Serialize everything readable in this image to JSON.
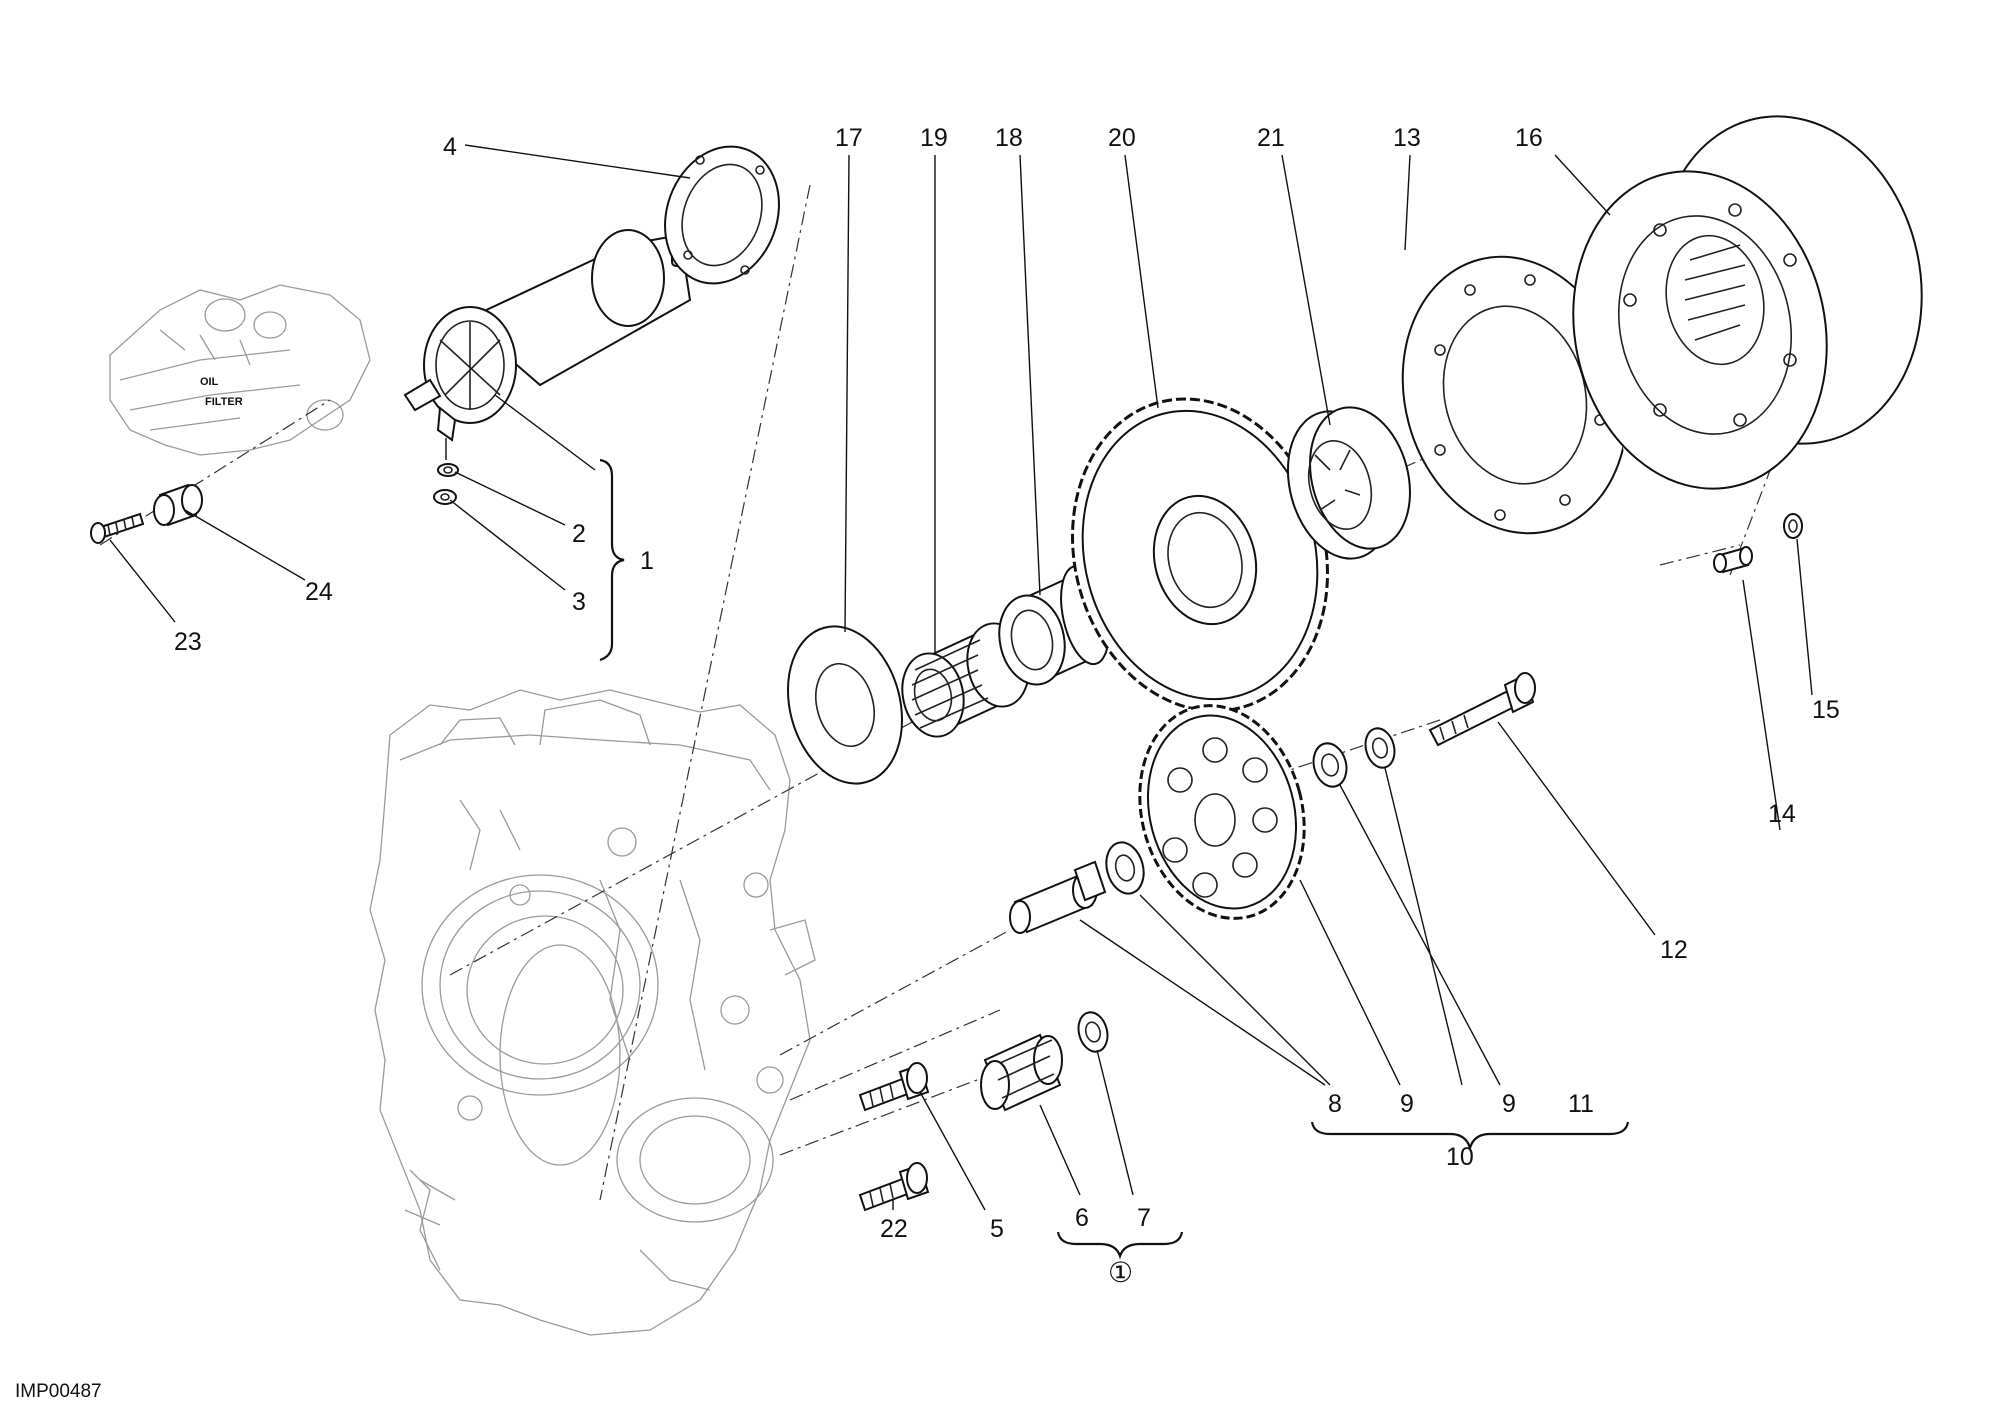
{
  "figure": {
    "code": "IMP00487",
    "oil_filter_text": [
      "OIL",
      "FILTER"
    ]
  },
  "callouts": [
    {
      "id": "c1",
      "text": "1"
    },
    {
      "id": "c2",
      "text": "2"
    },
    {
      "id": "c3",
      "text": "3"
    },
    {
      "id": "c4",
      "text": "4"
    },
    {
      "id": "c5",
      "text": "5"
    },
    {
      "id": "c6",
      "text": "6"
    },
    {
      "id": "c7",
      "text": "7"
    },
    {
      "id": "c8",
      "text": "8"
    },
    {
      "id": "c9a",
      "text": "9"
    },
    {
      "id": "c9b",
      "text": "9"
    },
    {
      "id": "c10",
      "text": "10"
    },
    {
      "id": "c11",
      "text": "11"
    },
    {
      "id": "c12",
      "text": "12"
    },
    {
      "id": "c13",
      "text": "13"
    },
    {
      "id": "c14",
      "text": "14"
    },
    {
      "id": "c15",
      "text": "15"
    },
    {
      "id": "c16",
      "text": "16"
    },
    {
      "id": "c17",
      "text": "17"
    },
    {
      "id": "c18",
      "text": "18"
    },
    {
      "id": "c19",
      "text": "19"
    },
    {
      "id": "c20",
      "text": "20"
    },
    {
      "id": "c21",
      "text": "21"
    },
    {
      "id": "c22",
      "text": "22"
    },
    {
      "id": "c23",
      "text": "23"
    },
    {
      "id": "c24",
      "text": "24"
    },
    {
      "id": "kit",
      "text": "①"
    }
  ]
}
